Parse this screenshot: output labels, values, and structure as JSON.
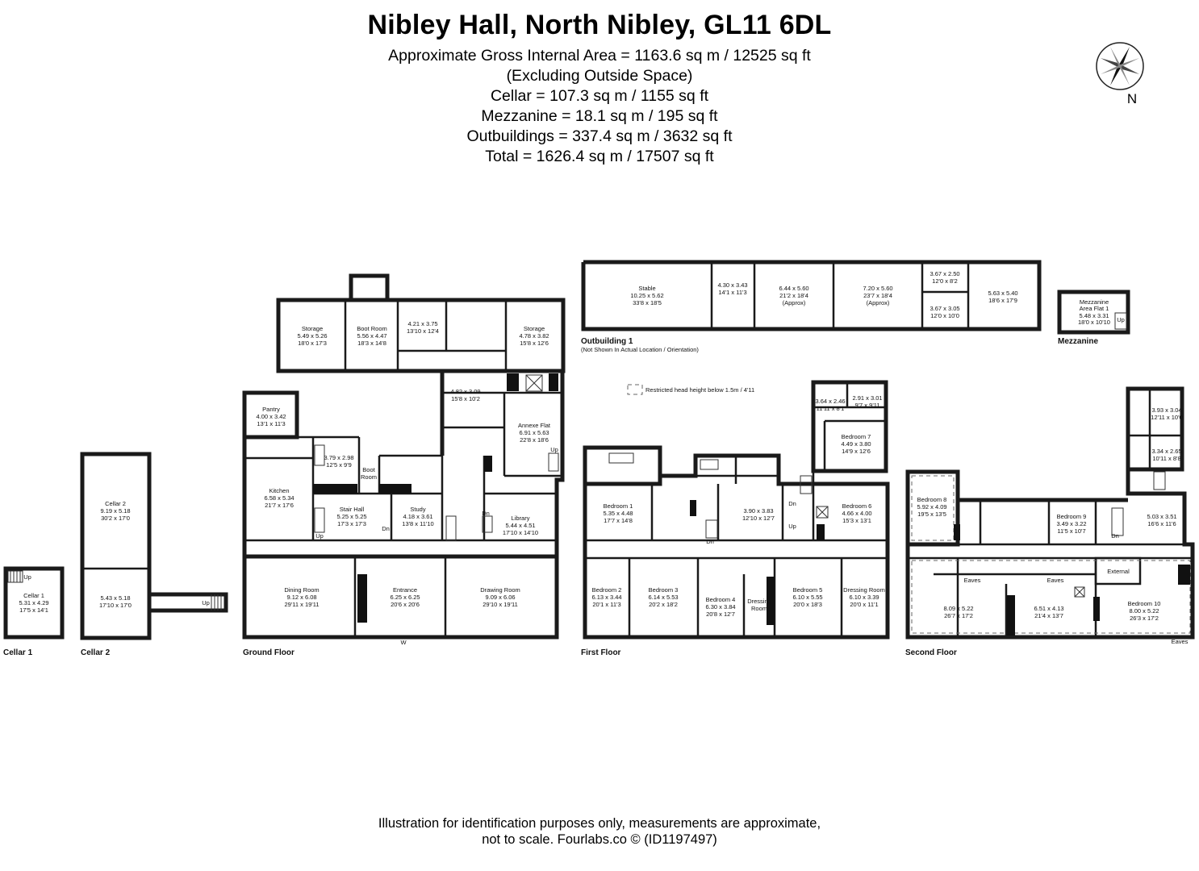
{
  "header": {
    "title": "Nibley Hall, North Nibley, GL11 6DL",
    "areas": [
      "Approximate Gross Internal Area = 1163.6 sq m / 12525 sq ft",
      "(Excluding Outside Space)",
      "Cellar = 107.3 sq m / 1155 sq ft",
      "Mezzanine = 18.1 sq m / 195 sq ft",
      "Outbuildings = 337.4 sq m / 3632 sq ft",
      "Total = 1626.4 sq m / 17507 sq ft"
    ]
  },
  "compass": {
    "north": "N"
  },
  "floors": {
    "cellar1": "Cellar 1",
    "cellar2": "Cellar 2",
    "ground": "Ground Floor",
    "first": "First  Floor",
    "second": "Second Floor",
    "outbuilding": "Outbuilding 1",
    "outbuilding_note": "(Not Shown In Actual Location / Orientation)",
    "mezzanine": "Mezzanine"
  },
  "rooms": {
    "cellar1": [
      "Cellar 1",
      "5.31 x 4.29",
      "17'5 x 14'1"
    ],
    "cellar2a": [
      "Cellar 2",
      "9.19 x 5.18",
      "30'2 x 17'0"
    ],
    "cellar2b": [
      "5.43 x 5.18",
      "17'10 x 17'0"
    ],
    "gf_storage1": [
      "Storage",
      "5.49 x 5.26",
      "18'0 x 17'3"
    ],
    "gf_bootroom": [
      "Boot Room",
      "5.56 x 4.47",
      "18'3 x 14'8"
    ],
    "gf_421": [
      "4.21 x 3.75",
      "13'10 x 12'4"
    ],
    "gf_storage2": [
      "Storage",
      "4.78 x 3.82",
      "15'8 x 12'6"
    ],
    "gf_482": [
      "4.82 x 3.09",
      "15'8 x 10'2"
    ],
    "gf_annexe": [
      "Annexe Flat",
      "6.91 x 5.63",
      "22'8 x 18'6"
    ],
    "gf_pantry": [
      "Pantry",
      "4.00 x 3.42",
      "13'1 x 11'3"
    ],
    "gf_379": [
      "3.79 x 2.98",
      "12'5 x 9'9"
    ],
    "gf_bootroom2": [
      "Boot",
      "Room"
    ],
    "gf_kitchen": [
      "Kitchen",
      "6.58 x 5.34",
      "21'7 x 17'6"
    ],
    "gf_stairhall": [
      "Stair Hall",
      "5.25 x 5.25",
      "17'3 x 17'3"
    ],
    "gf_study": [
      "Study",
      "4.18 x 3.61",
      "13'8 x 11'10"
    ],
    "gf_library": [
      "Library",
      "5.44 x 4.51",
      "17'10 x 14'10"
    ],
    "gf_dining": [
      "Dining Room",
      "9.12 x 6.08",
      "29'11 x 19'11"
    ],
    "gf_entrance": [
      "Entrance",
      "6.25 x 6.25",
      "20'6 x 20'6"
    ],
    "gf_drawing": [
      "Drawing Room",
      "9.09 x 6.06",
      "29'10 x 19'11"
    ],
    "ob_stable": [
      "Stable",
      "10.25 x 5.62",
      "33'8 x 18'5"
    ],
    "ob_430": [
      "4.30 x 3.43",
      "14'1 x 11'3"
    ],
    "ob_644": [
      "6.44 x 5.60",
      "21'2 x 18'4",
      "(Approx)"
    ],
    "ob_720": [
      "7.20 x 5.60",
      "23'7 x 18'4",
      "(Approx)"
    ],
    "ob_367a": [
      "3.67 x 2.50",
      "12'0 x 8'2"
    ],
    "ob_367b": [
      "3.67 x 3.05",
      "12'0 x 10'0"
    ],
    "ob_563": [
      "5.63 x 5.40",
      "18'6 x 17'9"
    ],
    "mezz": [
      "Mezzanine",
      "Area Flat 1",
      "5.48 x 3.31",
      "18'0 x 10'10"
    ],
    "ff_bed1": [
      "Bedroom 1",
      "5.35 x 4.48",
      "17'7 x 14'8"
    ],
    "ff_390": [
      "3.90 x 3.83",
      "12'10 x 12'7"
    ],
    "ff_364": [
      "3.64 x 2.46",
      "11'11 x 8'1"
    ],
    "ff_291": [
      "2.91 x 3.01",
      "9'7 x 9'11"
    ],
    "ff_bed7": [
      "Bedroom 7",
      "4.49 x 3.80",
      "14'9 x 12'6"
    ],
    "ff_bed6": [
      "Bedroom 6",
      "4.66 x 4.00",
      "15'3 x 13'1"
    ],
    "ff_bed2": [
      "Bedroom 2",
      "6.13 x 3.44",
      "20'1 x 11'3"
    ],
    "ff_bed3": [
      "Bedroom 3",
      "6.14 x 5.53",
      "20'2 x 18'2"
    ],
    "ff_bed4": [
      "Bedroom 4",
      "6.30 x 3.84",
      "20'8 x 12'7"
    ],
    "ff_dressing": [
      "Dressing",
      "Room"
    ],
    "ff_bed5": [
      "Bedroom 5",
      "6.10 x 5.55",
      "20'0 x 18'3"
    ],
    "ff_dressing2": [
      "Dressing Room",
      "6.10 x 3.39",
      "20'0 x 11'1"
    ],
    "sf_bed8": [
      "Bedroom 8",
      "5.92 x 4.09",
      "19'5 x 13'5"
    ],
    "sf_bed9": [
      "Bedroom 9",
      "3.49 x 3.22",
      "11'5 x 10'7"
    ],
    "sf_393": [
      "3.93 x 3.04",
      "12'11 x 10'0"
    ],
    "sf_334": [
      "3.34 x 2.65",
      "10'11 x 8'8"
    ],
    "sf_503": [
      "5.03 x 3.51",
      "16'6 x 11'6"
    ],
    "sf_external": [
      "External"
    ],
    "sf_809": [
      "8.09 x 5.22",
      "26'7 x 17'2"
    ],
    "sf_651": [
      "6.51 x 4.13",
      "21'4 x 13'7"
    ],
    "sf_bed10": [
      "Bedroom 10",
      "8.00 x 5.22",
      "26'3 x 17'2"
    ]
  },
  "annotations": {
    "up": "Up",
    "dn": "Dn",
    "eaves": "Eaves",
    "w": "W",
    "restricted_legend": "Restricted head height below 1.5m / 4'11"
  },
  "footer": [
    "Illustration for identification purposes only, measurements are approximate,",
    "not to scale. Fourlabs.co © (ID1197497)"
  ]
}
